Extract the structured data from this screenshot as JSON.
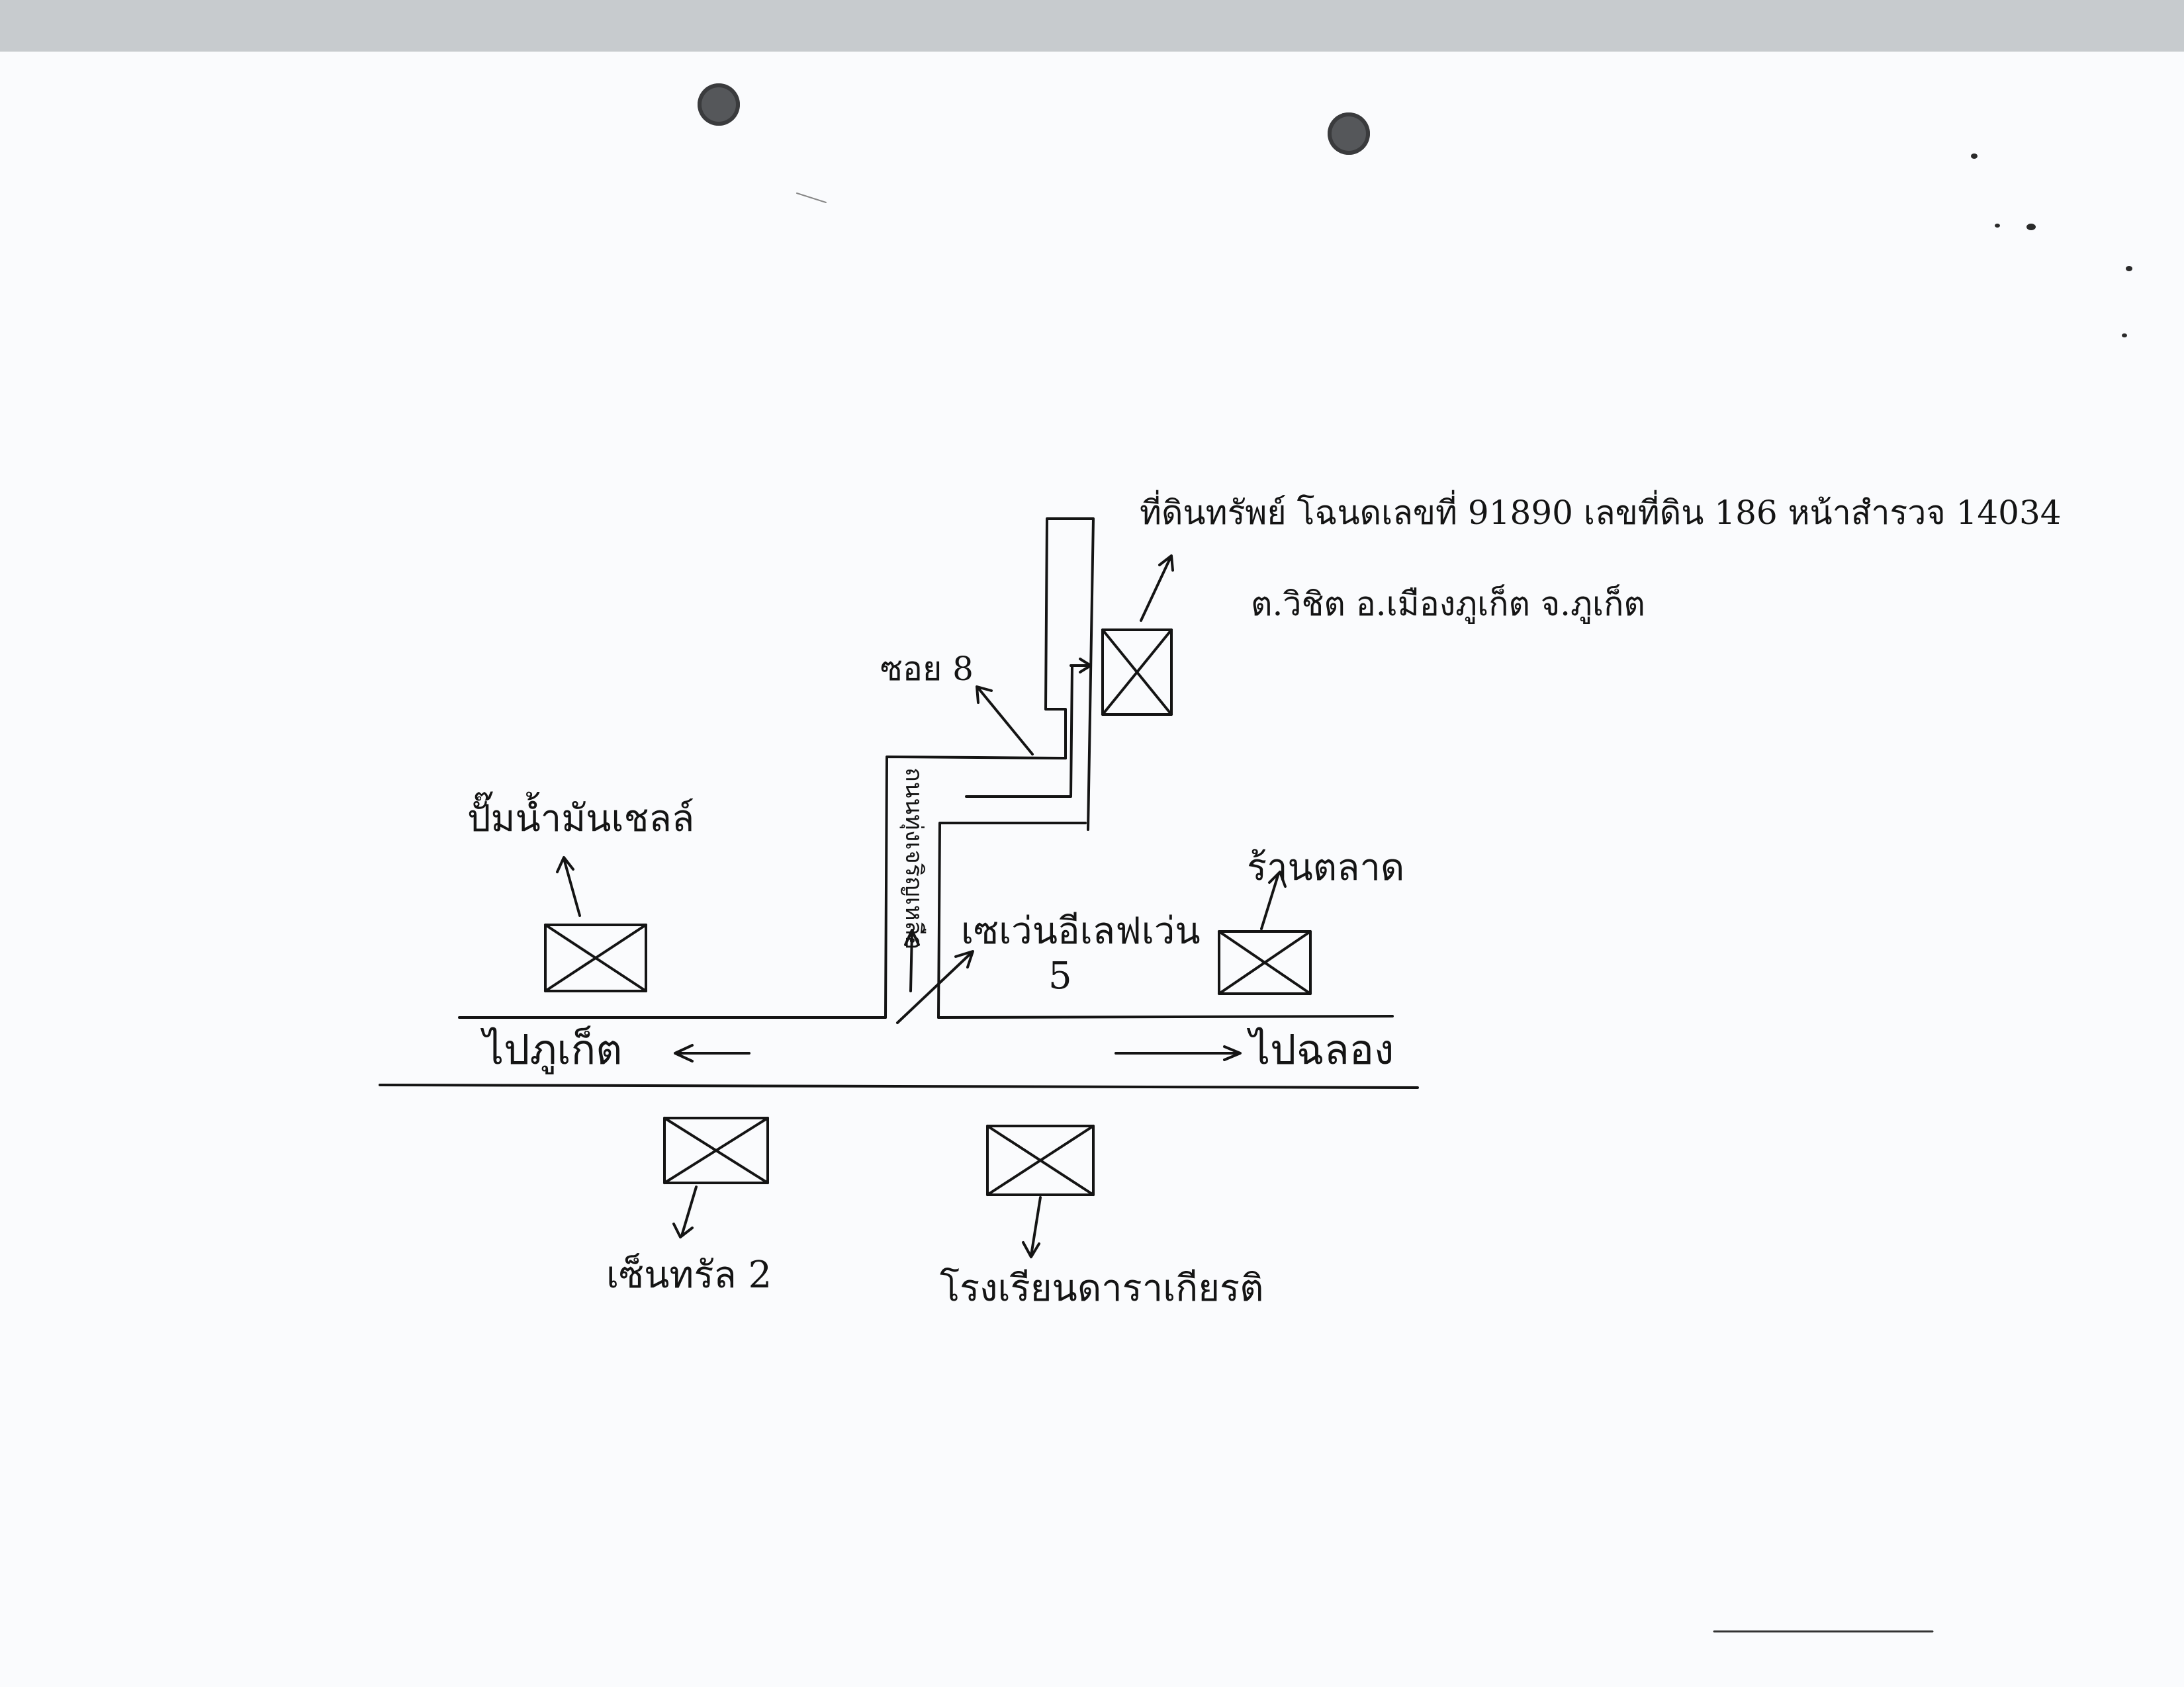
{
  "map": {
    "title_line1": "ที่ดินทรัพย์ โฉนดเลขที่ 91890 เลขที่ดิน 186 หน้าสำรวจ 14034",
    "title_line2": "ต.วิชิต อ.เมืองภูเก็ต จ.ภูเก็ต",
    "soi_label": "ซอย 8",
    "road_vertical_label": "ถนนทุ่งเจริญเหลือ",
    "left_direction": "ไปภูเก็ต",
    "right_direction": "ไปฉลอง",
    "landmarks": {
      "gas_station": "ปั๊มน้ำมันเชลล์",
      "store": "ร้านตลาด",
      "supermarket": "เซเว่นอีเลฟเว่น",
      "supermarket_sub": "5",
      "shop_2": "เซ็นทรัล 2",
      "school": "โรงเรียนดาราเกียรติ"
    },
    "ink_color": "#141414",
    "paper_color": "#fafbfd"
  }
}
